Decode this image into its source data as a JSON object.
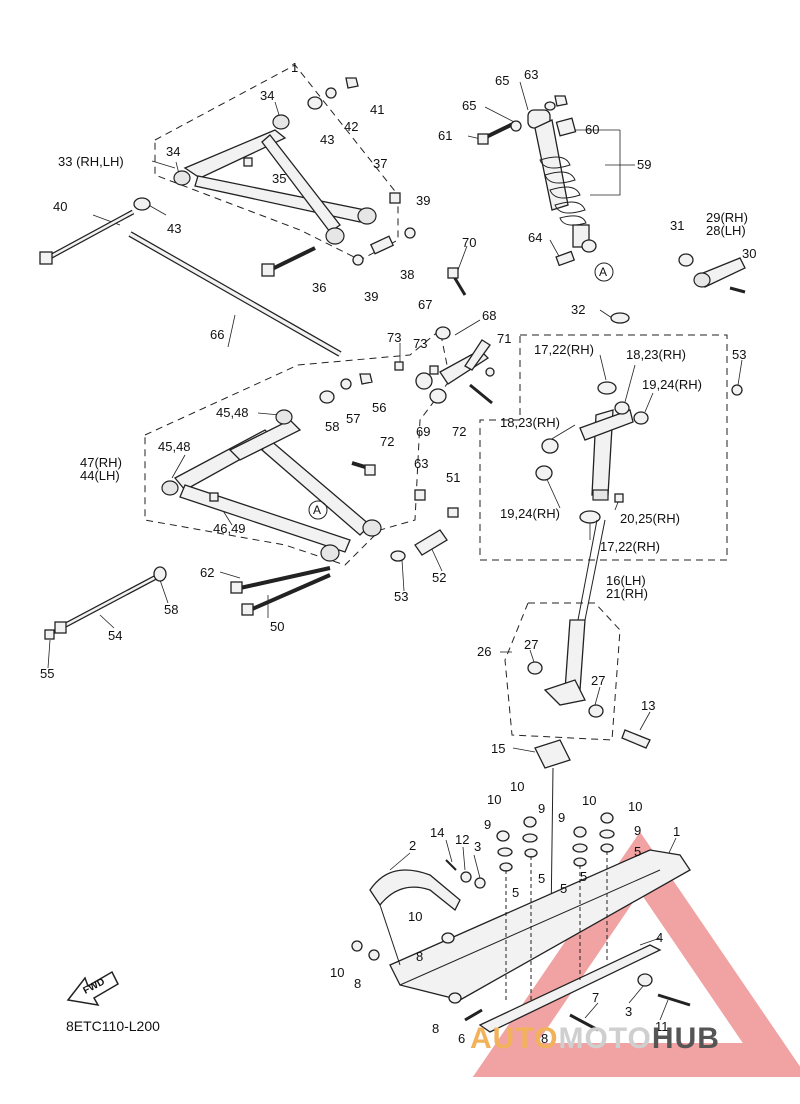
{
  "diagram_code": "8ETC110-L200",
  "fwd_label": "FWD",
  "watermark": {
    "auto": "AUTO",
    "moto": "MOTO",
    "hub": "HUB"
  },
  "colors": {
    "watermark_red": "#e03030",
    "watermark_orange": "#f2b25a"
  },
  "callouts": [
    "1",
    "34",
    "43",
    "42",
    "41",
    "63",
    "65",
    "65",
    "61",
    "60",
    "59",
    "33 (RH,LH)",
    "34",
    "35",
    "37",
    "39",
    "40",
    "43",
    "70",
    "64",
    "31",
    "29(RH)",
    "28(LH)",
    "30",
    "36",
    "38",
    "39",
    "66",
    "67",
    "68",
    "71",
    "32",
    "73",
    "73",
    "17,22(RH)",
    "18,23(RH)",
    "53",
    "45,48",
    "57",
    "56",
    "19,24(RH)",
    "58",
    "69",
    "72",
    "18,23(RH)",
    "72",
    "47(RH)",
    "44(LH)",
    "45,48",
    "63",
    "51",
    "20,25(RH)",
    "19,24(RH)",
    "46,49",
    "17,22(RH)",
    "52",
    "62",
    "53",
    "16(LH)",
    "21(RH)",
    "58",
    "54",
    "50",
    "55",
    "26",
    "27",
    "27",
    "13",
    "15",
    "10",
    "10",
    "9",
    "10",
    "10",
    "9",
    "9",
    "9",
    "14",
    "12",
    "1",
    "2",
    "3",
    "5",
    "5",
    "5",
    "5",
    "5",
    "10",
    "4",
    "10",
    "8",
    "8",
    "3",
    "7",
    "11",
    "8",
    "6",
    "8"
  ],
  "ref_markers": [
    "A",
    "A"
  ]
}
